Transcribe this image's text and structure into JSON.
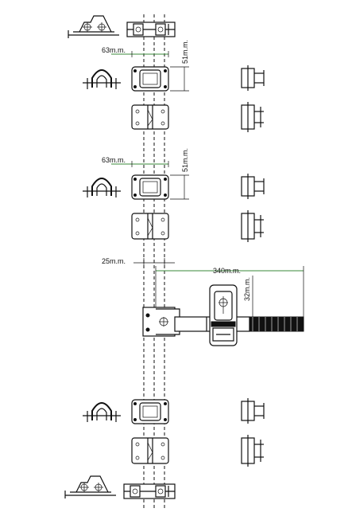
{
  "dimensions": {
    "width_upper": "63m.m.",
    "height_upper": "51m.m.",
    "width_middle": "63m.m.",
    "height_middle": "51m.m.",
    "rod_diameter": "25m.m.",
    "handle_length": "340m.m.",
    "handle_height": "32m.m."
  }
}
